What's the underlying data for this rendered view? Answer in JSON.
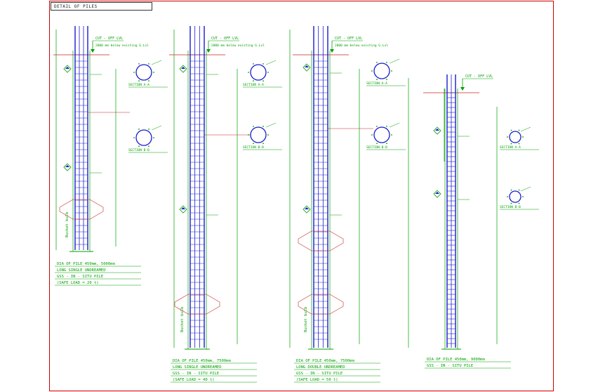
{
  "title": "DETAIL OF PILES",
  "colors": {
    "rebar": "#1a1ad0",
    "annotation": "#00a000",
    "cutoff_line": "#d02020",
    "border": "#cc0000",
    "section": "#1a1ad0"
  },
  "piles": [
    {
      "id": "pile-1",
      "cutoff_label": "CUT - OFF LVL",
      "cutoff_note": "2000 mm below existing G.Lvl",
      "bulb_label": "Bucket bulb",
      "section_1_label": "SECTION  A-A",
      "section_2_label": "SECTION  B-B",
      "notes": [
        "DIA OF PILE 450mm, 5000mm",
        "LONG SINGLE UNDREAMED",
        "GSS - IN - SITU PILE",
        "(SAFE LOAD = 20 t)"
      ]
    },
    {
      "id": "pile-2",
      "cutoff_label": "CUT - OFF LVL",
      "cutoff_note": "2000 mm below existing G.Lvl",
      "bulb_label": "Bucket bulb",
      "section_1_label": "SECTION  A-A",
      "section_2_label": "SECTION  B-B",
      "notes": [
        "DIA OF PILE 450mm, 7500mm",
        "LONG SINGLE UNDREAMED",
        "GSS - IN - SITU PILE",
        "(SAFE LOAD = 40 t)"
      ]
    },
    {
      "id": "pile-3",
      "cutoff_label": "CUT - OFF LVL",
      "cutoff_note": "2000 mm below existing G.Lvl",
      "bulb_label": "Bucket bulb",
      "section_1_label": "SECTION  A-A",
      "section_2_label": "SECTION  B-B",
      "notes": [
        "DIA OF PILE 450mm, 7500mm",
        "LONG DOUBLE UNDREAMED",
        "GSS - IN - SITU PILE",
        "(SAFE LOAD = 50 t)"
      ]
    },
    {
      "id": "pile-4",
      "cutoff_label": "CUT - OFF LVL",
      "cutoff_note": "",
      "bulb_label": "",
      "section_1_label": "SECTION  A-A",
      "section_2_label": "SECTION  B-B",
      "notes": [
        "DIA OF PILE 450mm, 9000mm",
        "GSS - IN - SITU PILE"
      ]
    }
  ]
}
